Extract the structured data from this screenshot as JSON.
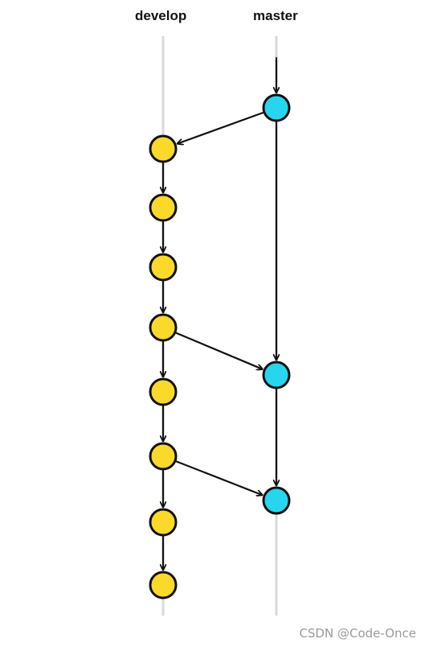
{
  "branches": [
    {
      "id": "develop",
      "label": "develop",
      "color": "#fbd92a"
    },
    {
      "id": "master",
      "label": "master",
      "color": "#27d6ee"
    }
  ],
  "colors": {
    "edge": "#111111",
    "lane": "#d9d9d9",
    "develop_commit": "#fbd92a",
    "master_commit": "#27d6ee"
  },
  "commits": [
    {
      "id": "m1",
      "branch": "master",
      "order": 1
    },
    {
      "id": "d1",
      "branch": "develop",
      "order": 2
    },
    {
      "id": "d2",
      "branch": "develop",
      "order": 3
    },
    {
      "id": "d3",
      "branch": "develop",
      "order": 4
    },
    {
      "id": "d4",
      "branch": "develop",
      "order": 5
    },
    {
      "id": "m2",
      "branch": "master",
      "order": 6
    },
    {
      "id": "d5",
      "branch": "develop",
      "order": 7
    },
    {
      "id": "d6",
      "branch": "develop",
      "order": 8
    },
    {
      "id": "m3",
      "branch": "master",
      "order": 9
    },
    {
      "id": "d7",
      "branch": "develop",
      "order": 10
    },
    {
      "id": "d8",
      "branch": "develop",
      "order": 11
    }
  ],
  "edges": [
    {
      "from": "start",
      "to": "m1"
    },
    {
      "from": "m1",
      "to": "d1"
    },
    {
      "from": "d1",
      "to": "d2"
    },
    {
      "from": "d2",
      "to": "d3"
    },
    {
      "from": "d3",
      "to": "d4"
    },
    {
      "from": "d4",
      "to": "d5"
    },
    {
      "from": "d5",
      "to": "d6"
    },
    {
      "from": "d6",
      "to": "d7"
    },
    {
      "from": "d7",
      "to": "d8"
    },
    {
      "from": "m1",
      "to": "m2"
    },
    {
      "from": "m2",
      "to": "m3"
    },
    {
      "from": "d4",
      "to": "m2"
    },
    {
      "from": "d6",
      "to": "m3"
    }
  ],
  "watermark": "CSDN @Code-Once"
}
